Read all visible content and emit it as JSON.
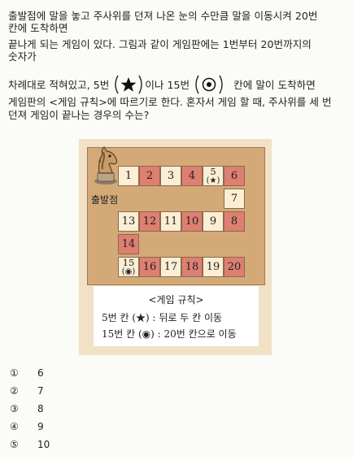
{
  "question": {
    "line1": "출발점에 말을 놓고 주사위를 던져 나온 눈의 수만큼 말을 이동시켜 20번",
    "line2": "칸에 도착하면",
    "line3": "끝나게 되는 게임이 있다. 그림과 같이 게임판에는 1번부터 20번까지의",
    "line4": "숫자가",
    "line5_a": "차례대로 적혀있고, 5번",
    "line5_b": "이나 15번",
    "line5_c": "칸에 말이 도착하면",
    "line6": "게임판의 <게임 규칙>에 따르기로 한다. 혼자서 게임 할 때, 주사위를 세 번",
    "line7": "던져 게임이 끝나는 경우의 수는?"
  },
  "board": {
    "start_label": "출발점",
    "cells": [
      {
        "label": "1",
        "color": "cream"
      },
      {
        "label": "2",
        "color": "red"
      },
      {
        "label": "3",
        "color": "cream"
      },
      {
        "label": "4",
        "color": "red"
      },
      {
        "label": "5",
        "sub": "(★)",
        "color": "cream"
      },
      {
        "label": "6",
        "color": "red"
      },
      {
        "label": "7",
        "color": "cream"
      },
      {
        "label": "8",
        "color": "red"
      },
      {
        "label": "9",
        "color": "cream"
      },
      {
        "label": "10",
        "color": "red"
      },
      {
        "label": "11",
        "color": "cream"
      },
      {
        "label": "12",
        "color": "red"
      },
      {
        "label": "13",
        "color": "cream"
      },
      {
        "label": "14",
        "color": "red"
      },
      {
        "label": "15",
        "sub": "(◉)",
        "color": "cream"
      },
      {
        "label": "16",
        "color": "red"
      },
      {
        "label": "17",
        "color": "cream"
      },
      {
        "label": "18",
        "color": "red"
      },
      {
        "label": "19",
        "color": "cream"
      },
      {
        "label": "20",
        "color": "red"
      }
    ],
    "colors": {
      "red": "#de7f72",
      "cream": "#fbeed5",
      "board": "#d4a978",
      "frame": "#f1e1c6"
    }
  },
  "rules": {
    "title": "<게임 규칙>",
    "rule1": "5번 칸 (★) : 뒤로 두 칸 이동",
    "rule2": "15번 칸 (◉) : 20번 칸으로 이동"
  },
  "choices": [
    {
      "marker": "①",
      "value": "6"
    },
    {
      "marker": "②",
      "value": "7"
    },
    {
      "marker": "③",
      "value": "8"
    },
    {
      "marker": "④",
      "value": "9"
    },
    {
      "marker": "⑤",
      "value": "10"
    }
  ]
}
